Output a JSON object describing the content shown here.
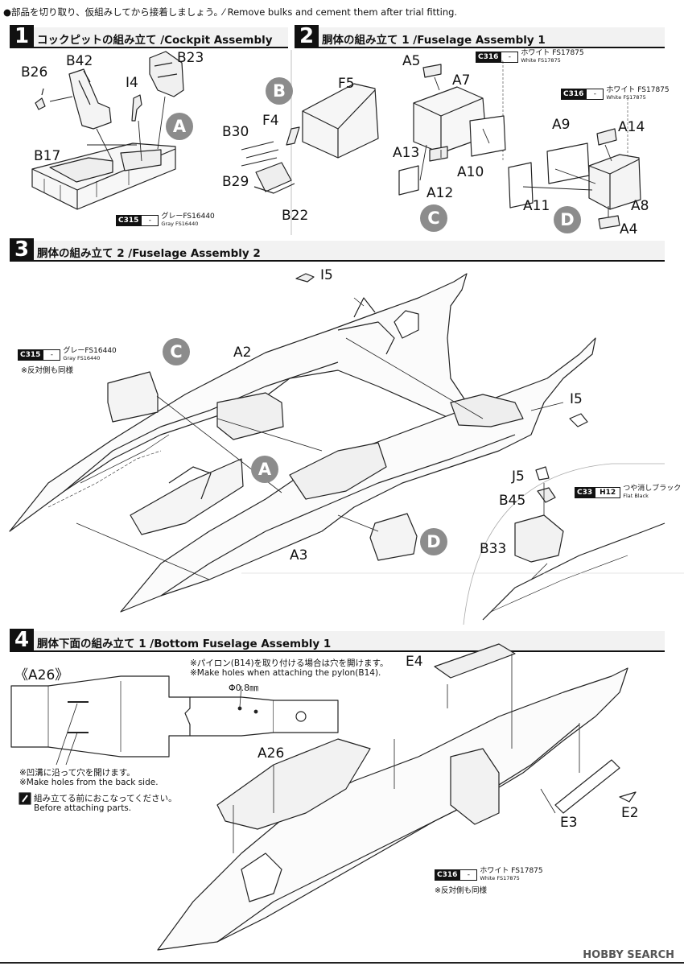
{
  "intro": "●部品を切り取り、仮組みしてから接着しましょう。⁄ Remove bulks and cement them after trial fitting.",
  "steps": [
    {
      "num": "1",
      "title": "コックピットの組み立て /Cockpit Assembly"
    },
    {
      "num": "2",
      "title": "胴体の組み立て 1 /Fuselage Assembly 1"
    },
    {
      "num": "3",
      "title": "胴体の組み立て 2 /Fuselage Assembly 2"
    },
    {
      "num": "4",
      "title": "胴体下面の組み立て 1 /Bottom Fuselage Assembly 1"
    }
  ],
  "parts": {
    "b26": "B26",
    "b42": "B42",
    "b23": "B23",
    "i4": "I4",
    "b17": "B17",
    "f5": "F5",
    "f4": "F4",
    "b30": "B30",
    "b29": "B29",
    "b22": "B22",
    "a5": "A5",
    "a7": "A7",
    "a13": "A13",
    "a10": "A10",
    "a12": "A12",
    "a9": "A9",
    "a14": "A14",
    "a11": "A11",
    "a8": "A8",
    "a4": "A4",
    "i5": "I5",
    "i5b": "I5",
    "a2": "A2",
    "a3": "A3",
    "j5": "J5",
    "b45": "B45",
    "b33": "B33",
    "a26": "A26",
    "a26ref": "《A26》",
    "e4": "E4",
    "e3": "E3",
    "e2": "E2"
  },
  "subs": {
    "a1": "A",
    "b": "B",
    "c": "C",
    "d": "D",
    "c3": "C",
    "a3": "A",
    "d3": "D"
  },
  "paints": {
    "p1": {
      "code": "C315",
      "mix": "-",
      "jp": "グレーFS16440",
      "en": "Gray FS16440"
    },
    "p2": {
      "code": "C316",
      "mix": "-",
      "jp": "ホワイト FS17875",
      "en": "White FS17875"
    },
    "p3": {
      "code": "C316",
      "mix": "-",
      "jp": "ホワイト FS17875",
      "en": "White FS17875"
    },
    "p4": {
      "code": "C315",
      "mix": "-",
      "jp": "グレーFS16440",
      "en": "Gray FS16440"
    },
    "p5": {
      "code": "C33",
      "mix": "H12",
      "jp": "つや消しブラック",
      "en": "Flat Black"
    },
    "p6": {
      "code": "C316",
      "mix": "-",
      "jp": "ホワイト FS17875",
      "en": "White FS17875"
    }
  },
  "notes": {
    "same3": "※反対側も同様",
    "pylon_jp": "※パイロン(B14)を取り付ける場合は穴を開けます。",
    "pylon_en": "※Make holes when attaching the pylon(B14).",
    "dia": "Φ0.8㎜",
    "groove_jp": "※凹溝に沿って穴を開けます。",
    "groove_en": "※Make holes from the back side.",
    "before_jp": "組み立てる前におこなってください。",
    "before_en": "Before attaching parts.",
    "same4": "※反対側も同様"
  },
  "watermark": "HOBBY SEARCH"
}
